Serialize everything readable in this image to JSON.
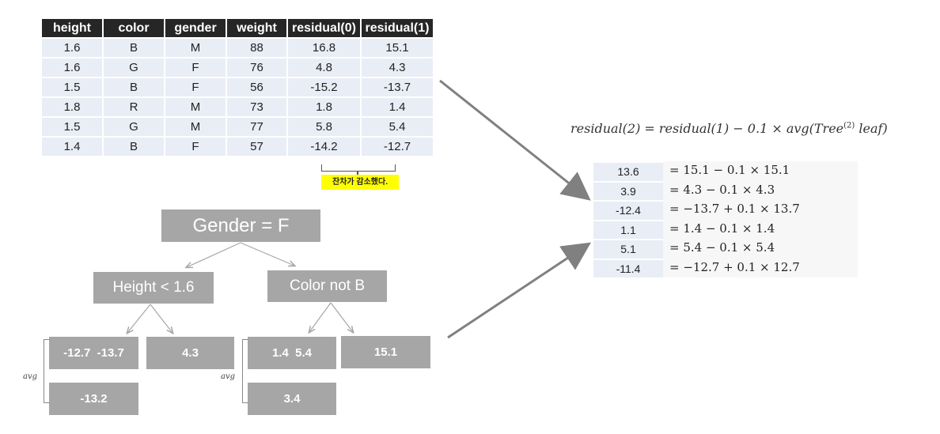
{
  "table": {
    "headers": [
      "height",
      "color",
      "gender",
      "weight",
      "residual(0)",
      "residual(1)"
    ],
    "rows": [
      [
        "1.6",
        "B",
        "M",
        "88",
        "16.8",
        "15.1"
      ],
      [
        "1.6",
        "G",
        "F",
        "76",
        "4.8",
        "4.3"
      ],
      [
        "1.5",
        "B",
        "F",
        "56",
        "-15.2",
        "-13.7"
      ],
      [
        "1.8",
        "R",
        "M",
        "73",
        "1.8",
        "1.4"
      ],
      [
        "1.5",
        "G",
        "M",
        "77",
        "5.8",
        "5.4"
      ],
      [
        "1.4",
        "B",
        "F",
        "57",
        "-14.2",
        "-12.7"
      ]
    ],
    "note": "잔차가 감소했다."
  },
  "tree": {
    "root": "Gender = F",
    "left_node": "Height < 1.6",
    "right_node": "Color not B",
    "leaf_1": "-12.7  -13.7",
    "leaf_2": "4.3",
    "leaf_3": "1.4  5.4",
    "leaf_4": "15.1",
    "avg_leaf_1": "-13.2",
    "avg_leaf_3": "3.4",
    "avg_label": "avg"
  },
  "formula": {
    "lhs": "residual(2)",
    "eq": "=",
    "rhs_a": "residual(1) − 0.1 × avg(Tree",
    "sup": "(2)",
    "rhs_b": " leaf)"
  },
  "results": [
    {
      "value": "13.6",
      "expr": "= 15.1 − 0.1 × 15.1"
    },
    {
      "value": "3.9",
      "expr": "= 4.3 − 0.1 × 4.3"
    },
    {
      "value": "-12.4",
      "expr": "= −13.7 + 0.1 × 13.7"
    },
    {
      "value": "1.1",
      "expr": "= 1.4 − 0.1 × 1.4"
    },
    {
      "value": "5.1",
      "expr": "= 5.4 − 0.1 × 5.4"
    },
    {
      "value": "-11.4",
      "expr": "= −12.7 + 0.1 × 12.7"
    }
  ],
  "colors": {
    "header_bg": "#262626",
    "cell_bg": "#e9edf5",
    "node_bg": "#a6a6a6",
    "arrow": "#808080",
    "note_bg": "#ffff00"
  }
}
